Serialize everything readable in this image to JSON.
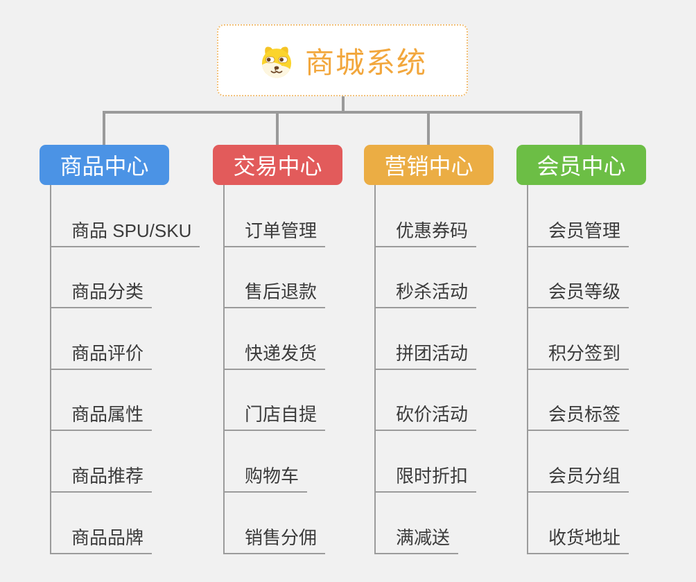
{
  "page": {
    "background_color": "#f1f1f1",
    "connector_color": "#9a9a9a",
    "leaf_line_color": "#9b9b9b",
    "leaf_text_color": "#3b3b3b"
  },
  "root": {
    "title": "商城系统",
    "title_color": "#f2a73d",
    "border_color": "#f2c078",
    "icon": "dog-face-icon"
  },
  "branches": [
    {
      "label": "商品中心",
      "color": "#4b93e5",
      "items": [
        "商品 SPU/SKU",
        "商品分类",
        "商品评价",
        "商品属性",
        "商品推荐",
        "商品品牌"
      ]
    },
    {
      "label": "交易中心",
      "color": "#e25b5b",
      "items": [
        "订单管理",
        "售后退款",
        "快递发货",
        "门店自提",
        "购物车",
        "销售分佣"
      ]
    },
    {
      "label": "营销中心",
      "color": "#ebad44",
      "items": [
        "优惠券码",
        "秒杀活动",
        "拼团活动",
        "砍价活动",
        "限时折扣",
        "满减送"
      ]
    },
    {
      "label": "会员中心",
      "color": "#6cbe45",
      "items": [
        "会员管理",
        "会员等级",
        "积分签到",
        "会员标签",
        "会员分组",
        "收货地址"
      ]
    }
  ]
}
